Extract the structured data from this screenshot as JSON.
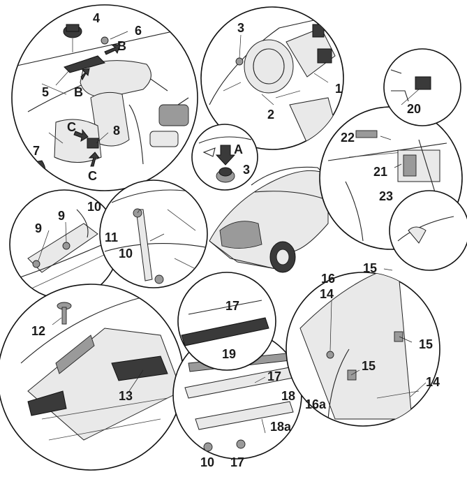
{
  "labels": {
    "l1": "1",
    "l2": "2",
    "l3a": "3",
    "l3b": "3",
    "l4": "4",
    "l5": "5",
    "l6": "6",
    "l7": "7",
    "l8": "8",
    "l9a": "9",
    "l9b": "9",
    "l10a": "10",
    "l10b": "10",
    "l10c": "10",
    "l11": "11",
    "l12": "12",
    "l13": "13",
    "l14a": "14",
    "l14b": "14",
    "l15a": "15",
    "l15b": "15",
    "l15c": "15",
    "l16": "16",
    "l16a": "16a",
    "l17a": "17",
    "l17b": "17",
    "l17c": "17",
    "l18": "18",
    "l18a": "18a",
    "l19": "19",
    "l20": "20",
    "l21": "21",
    "l22": "22",
    "l23": "23",
    "arrowA": "A",
    "arrowB1": "B",
    "arrowB2": "B",
    "arrowC1": "C",
    "arrowC2": "C"
  },
  "colors": {
    "line": "#222222",
    "fill": "#e9e9e9",
    "dark": "#3a3a3a",
    "label": "#1a1a1a"
  }
}
